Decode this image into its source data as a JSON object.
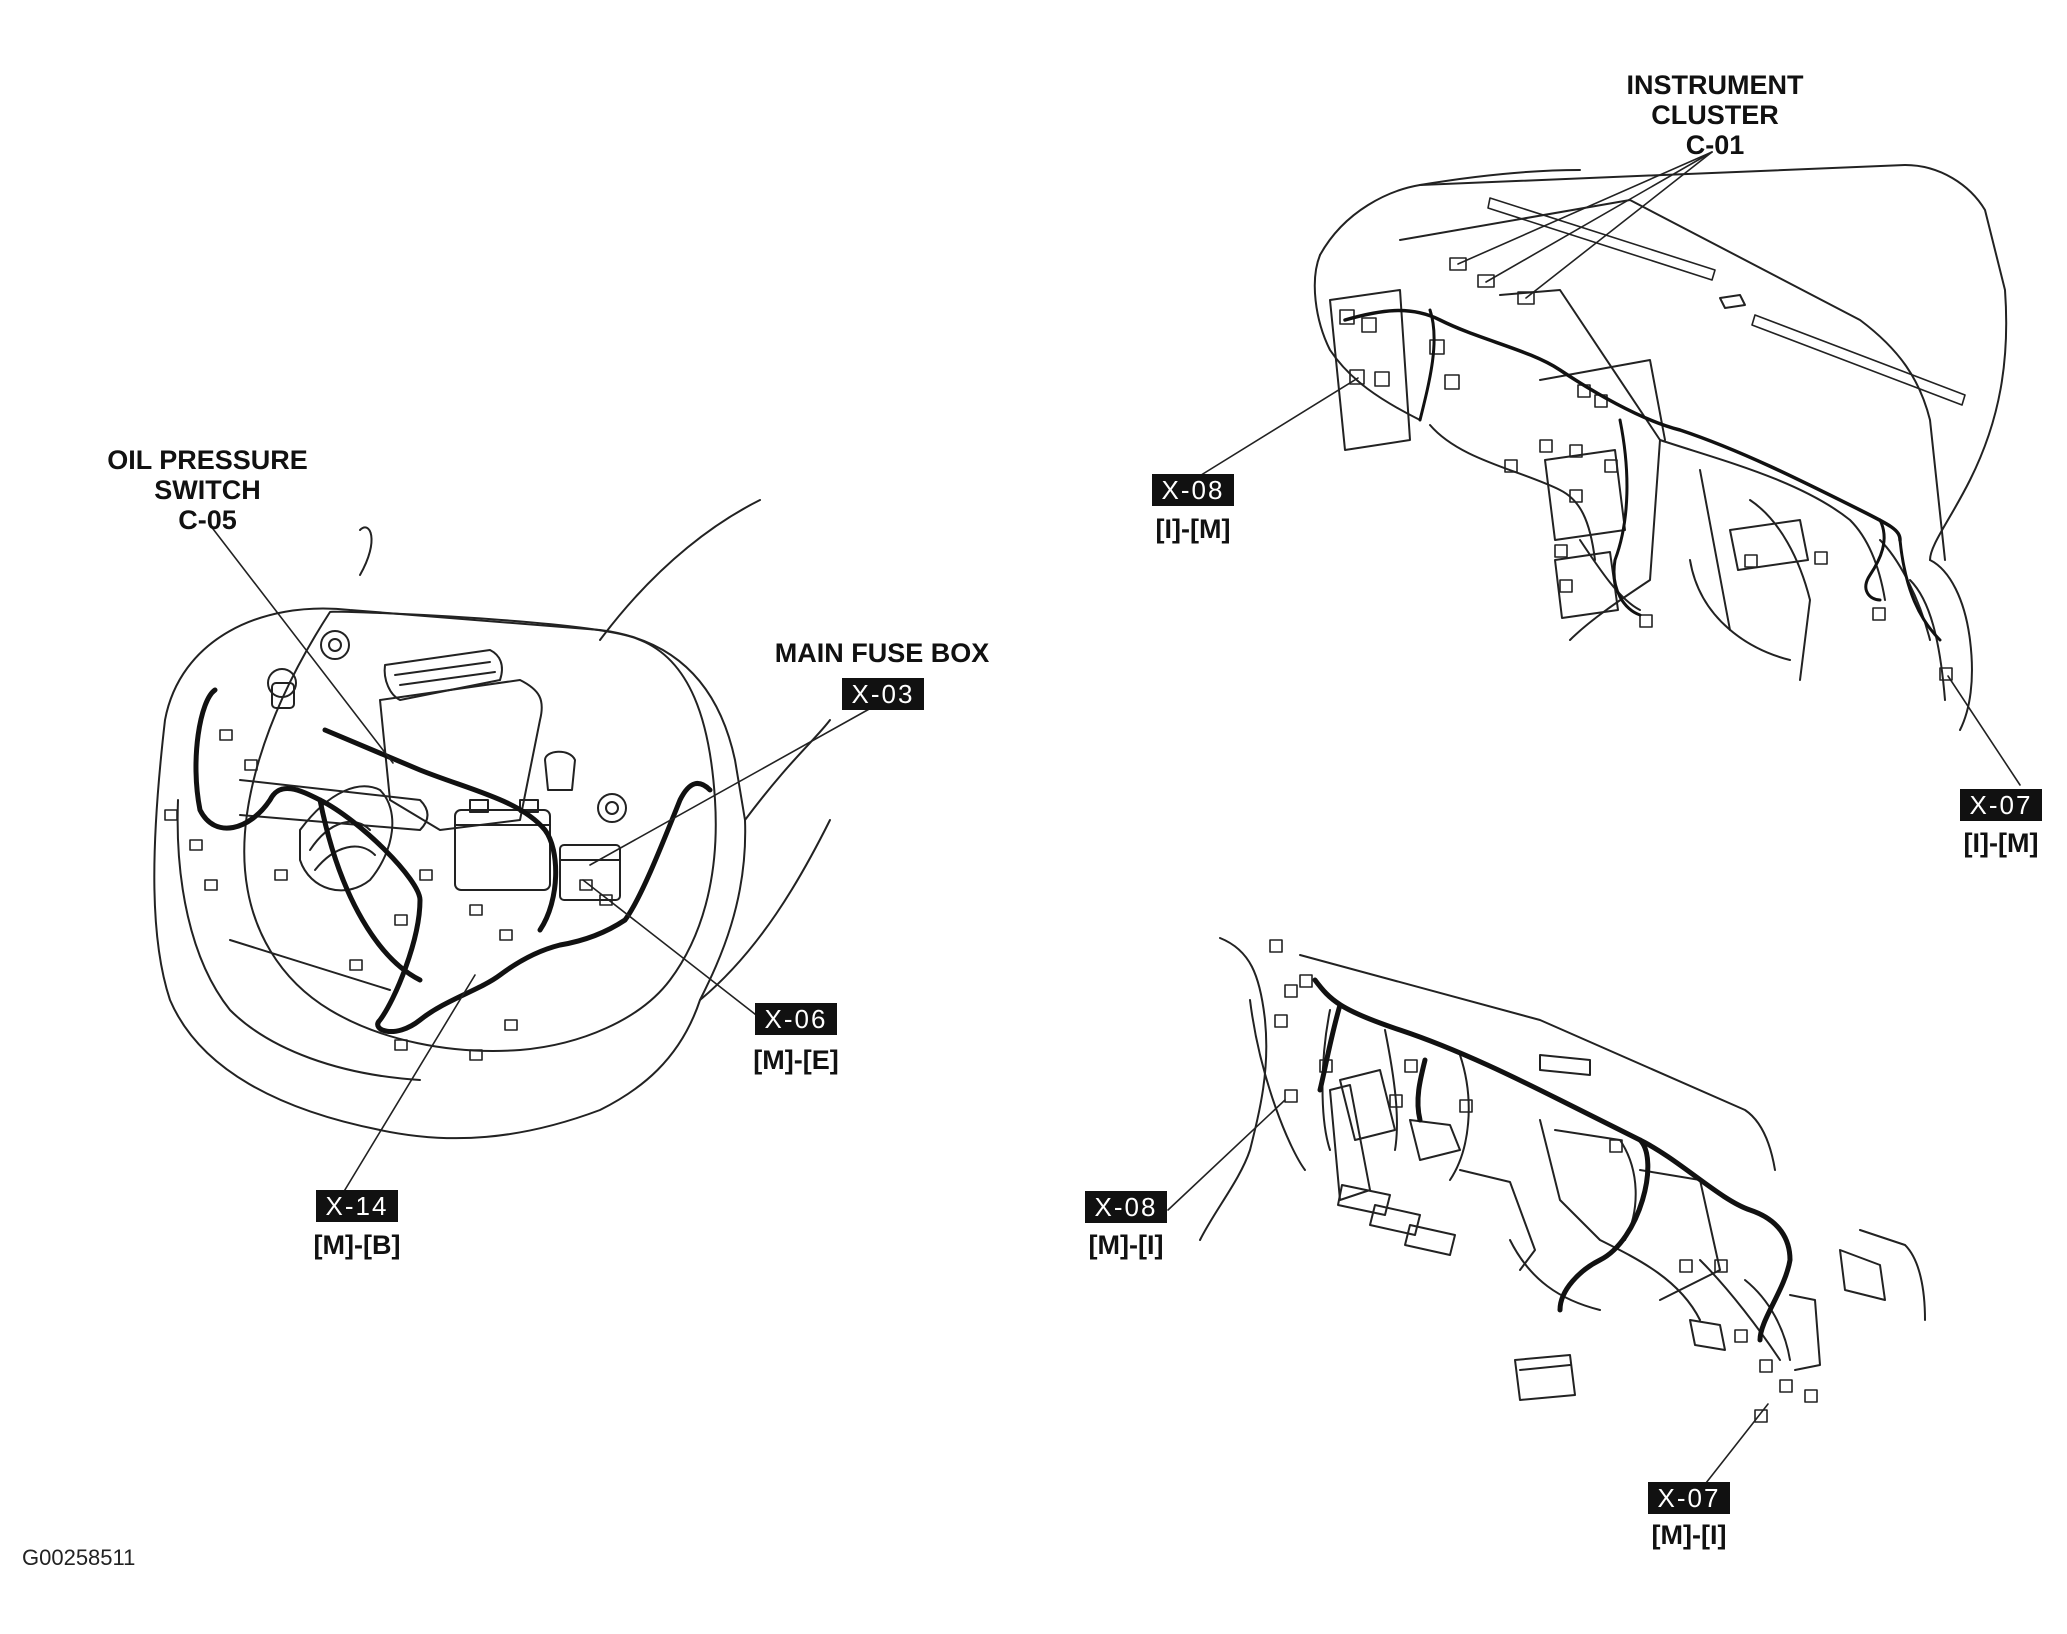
{
  "labels": {
    "instrument_cluster": {
      "line1": "INSTRUMENT",
      "line2": "CLUSTER",
      "code": "C-01"
    },
    "oil_pressure_switch": {
      "line1": "OIL PRESSURE",
      "line2": "SWITCH",
      "code": "C-05"
    },
    "main_fuse_box": {
      "name": "MAIN FUSE BOX"
    }
  },
  "connectors": [
    {
      "id": "X-03",
      "detail": ""
    },
    {
      "id": "X-06",
      "detail": "[M]-[E]"
    },
    {
      "id": "X-14",
      "detail": "[M]-[B]"
    },
    {
      "id": "X-08",
      "detail": "[I]-[M]"
    },
    {
      "id": "X-07",
      "detail": "[I]-[M]"
    },
    {
      "id": "X-08",
      "detail": "[M]-[I]"
    },
    {
      "id": "X-07",
      "detail": "[M]-[I]"
    }
  ],
  "figure_id": "G00258511"
}
